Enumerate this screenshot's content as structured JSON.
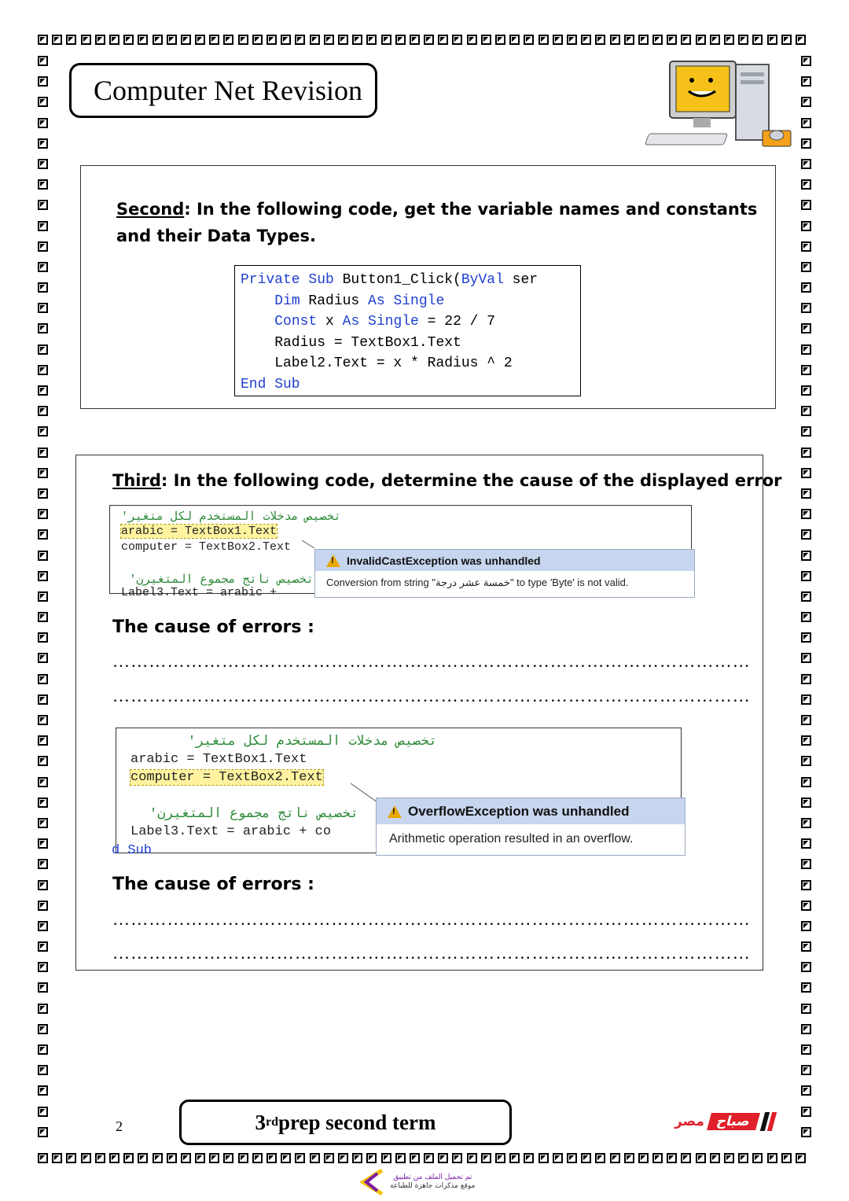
{
  "header": {
    "title": "Computer Net Revision"
  },
  "second": {
    "label": "Second",
    "text": ": In the following code, get the variable names and constants and their Data Types.",
    "code": [
      [
        [
          "kw",
          "Private Sub "
        ],
        [
          "t",
          "Button1_Click("
        ],
        [
          "kw",
          "ByVal"
        ],
        [
          "t",
          " ser"
        ]
      ],
      [
        [
          "t",
          "    "
        ],
        [
          "kw",
          "Dim"
        ],
        [
          "t",
          " Radius "
        ],
        [
          "kw",
          "As Single"
        ]
      ],
      [
        [
          "t",
          "    "
        ],
        [
          "kw",
          "Const"
        ],
        [
          "t",
          " x "
        ],
        [
          "kw",
          "As Single"
        ],
        [
          "t",
          " = 22 / 7"
        ]
      ],
      [
        [
          "t",
          "    Radius = TextBox1.Text"
        ]
      ],
      [
        [
          "t",
          "    Label2.Text = x * Radius ^ 2"
        ]
      ],
      [
        [
          "kw",
          "End Sub"
        ]
      ]
    ]
  },
  "third": {
    "label": "Third",
    "text": ": In the following code, determine the cause of the displayed error",
    "shot1": {
      "line1": "تخصيص مدخلات المستخدم لكل متغير'",
      "line2": "arabic = TextBox1.Text",
      "line3": "computer = TextBox2.Text",
      "line4": "تخصيص ناتج مجموع المتغيرن'",
      "line5": "Label3.Text = arabic + ",
      "popup_title": "InvalidCastException was unhandled",
      "popup_body": "Conversion from string \"خمسة عشر درجة\" to type 'Byte' is not valid."
    },
    "cause_label_1": "The cause of errors :",
    "dots": "……………………………………………………………………………………………",
    "shot2": {
      "line1": "تخصيص مدخلات المستخدم لكل متغير'",
      "line2": "arabic = TextBox1.Text",
      "line3": "computer = TextBox2.Text",
      "line4": "تخصيص ناتج مجموع المتغيرن'",
      "line5": "Label3.Text = arabic + co",
      "line6": "d Sub",
      "popup_title": "OverflowException was unhandled",
      "popup_body": "Arithmetic operation resulted in an overflow."
    },
    "cause_label_2": "The cause of errors :"
  },
  "footer": {
    "page_number": "2",
    "term_prefix": "3",
    "term_sup": "rd",
    "term_suffix": " prep second term",
    "brand_sabah": "صباح",
    "brand_misr": "مصر",
    "note_line1": "تم تحميل الملف من تطبيق",
    "note_line2": "موقع مذكرات جاهزة للطباعة"
  }
}
